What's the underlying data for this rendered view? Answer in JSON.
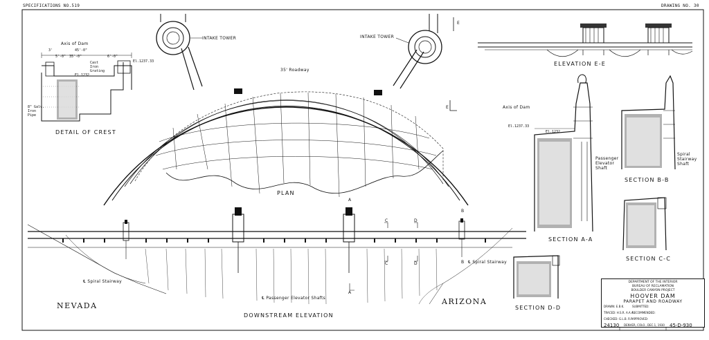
{
  "header": {
    "left": "SPECIFICATIONS NO.519",
    "right": "DRAWING NO. 30"
  },
  "labels": {
    "intake_tower_left": "INTAKE TOWER",
    "intake_tower_right": "INTAKE TOWER",
    "roadway": "35' Roadway",
    "plan": "PLAN",
    "detail_of_crest": "DETAIL OF CREST",
    "axis_of_dam_detail": "Axis of Dam",
    "axis_of_dam_section": "Axis of Dam",
    "elevation_ee": "ELEVATION E-E",
    "section_aa": "SECTION A-A",
    "section_bb": "SECTION B-B",
    "section_cc": "SECTION C-C",
    "section_dd": "SECTION D-D",
    "downstream_elevation": "DOWNSTREAM ELEVATION",
    "nevada": "NEVADA",
    "arizona": "ARIZONA",
    "passenger_elevator_shaft": "Passenger Elevator Shaft",
    "spiral_stairway_shaft": "Spiral Stairway Shaft",
    "spiral_stairway_left": "℄ Spiral Stairway",
    "spiral_stairway_right": "℄ Spiral Stairway",
    "passenger_elevator_shafts": "℄ Passenger Elevator Shafts",
    "el_1232_detail": "El.1232",
    "el_1237_detail": "El.1237.33",
    "el_1237_section": "El.1237.33",
    "el_1232_section": "El.1232",
    "cast_iron_grating": "Cast Iron Grating",
    "galv_iron_pipe": "8\" Galv. Iron Pipe",
    "marker_a": "A",
    "marker_b": "B",
    "marker_c": "C",
    "marker_d": "D",
    "marker_e": "E"
  },
  "dimensions": {
    "d45": "45'-0\"",
    "d3": "3'",
    "d35": "35'-0\"",
    "d5": "5'-0\"",
    "d6": "6'-0\""
  },
  "title_block": {
    "dept": "DEPARTMENT OF THE INTERIOR",
    "bureau": "BUREAU OF RECLAMATION",
    "project": "BOULDER CANYON PROJECT",
    "title": "HOOVER DAM",
    "subtitle": "PARAPET AND ROADWAY",
    "drawn": "DRAWN: E.B.K.",
    "traced": "TRACED: H.S.R.  A.A.A.",
    "checked": "CHECKED: G.L.B.  R.P.",
    "submitted": "SUBMITTED:",
    "recommended": "RECOMMENDED:",
    "approved": "APPROVED:",
    "number": "24130",
    "location_date": "DENVER, COLO., DEC.1, 1930",
    "drawing_id": "45-D-930"
  }
}
